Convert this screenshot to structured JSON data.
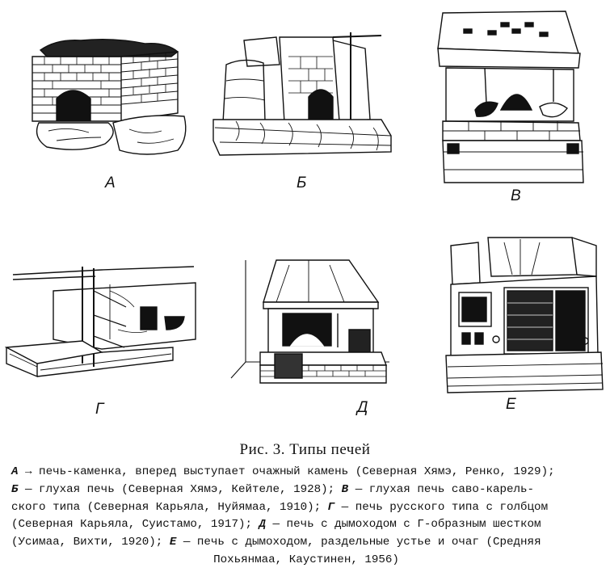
{
  "figures": [
    {
      "label": "А"
    },
    {
      "label": "Б"
    },
    {
      "label": "В"
    },
    {
      "label": "Г"
    },
    {
      "label": "Д"
    },
    {
      "label": "Е"
    }
  ],
  "caption": {
    "title": "Рис. 3. Типы печей",
    "lines": [
      {
        "key": "А",
        "text": " → печь-каменка, вперед выступает очажный камень (Северная Хямэ, Ренко, 1929);"
      },
      {
        "key": "Б",
        "text": " — глухая печь (Северная Хямэ, Кейтеле, 1928); "
      },
      {
        "key": "В",
        "text": " — глухая печь саво-карель-"
      },
      {
        "key": "",
        "text": "ского типа (Северная Карьяла, Нуйямаа, 1910); "
      },
      {
        "key": "Г",
        "text": " — печь русского типа с голбцом"
      },
      {
        "key": "",
        "text": "(Северная Карьяла, Суистамо, 1917); "
      },
      {
        "key": "Д",
        "text": " — печь с дымоходом с Г-образным шестком"
      },
      {
        "key": "",
        "text": "(Усимаа, Вихти, 1920); "
      },
      {
        "key": "Е",
        "text": " — печь с дымоходом, раздельные устье и очаг (Средняя"
      },
      {
        "key": "",
        "text": "Похьянмаа, Каустинен, 1956)"
      }
    ]
  }
}
